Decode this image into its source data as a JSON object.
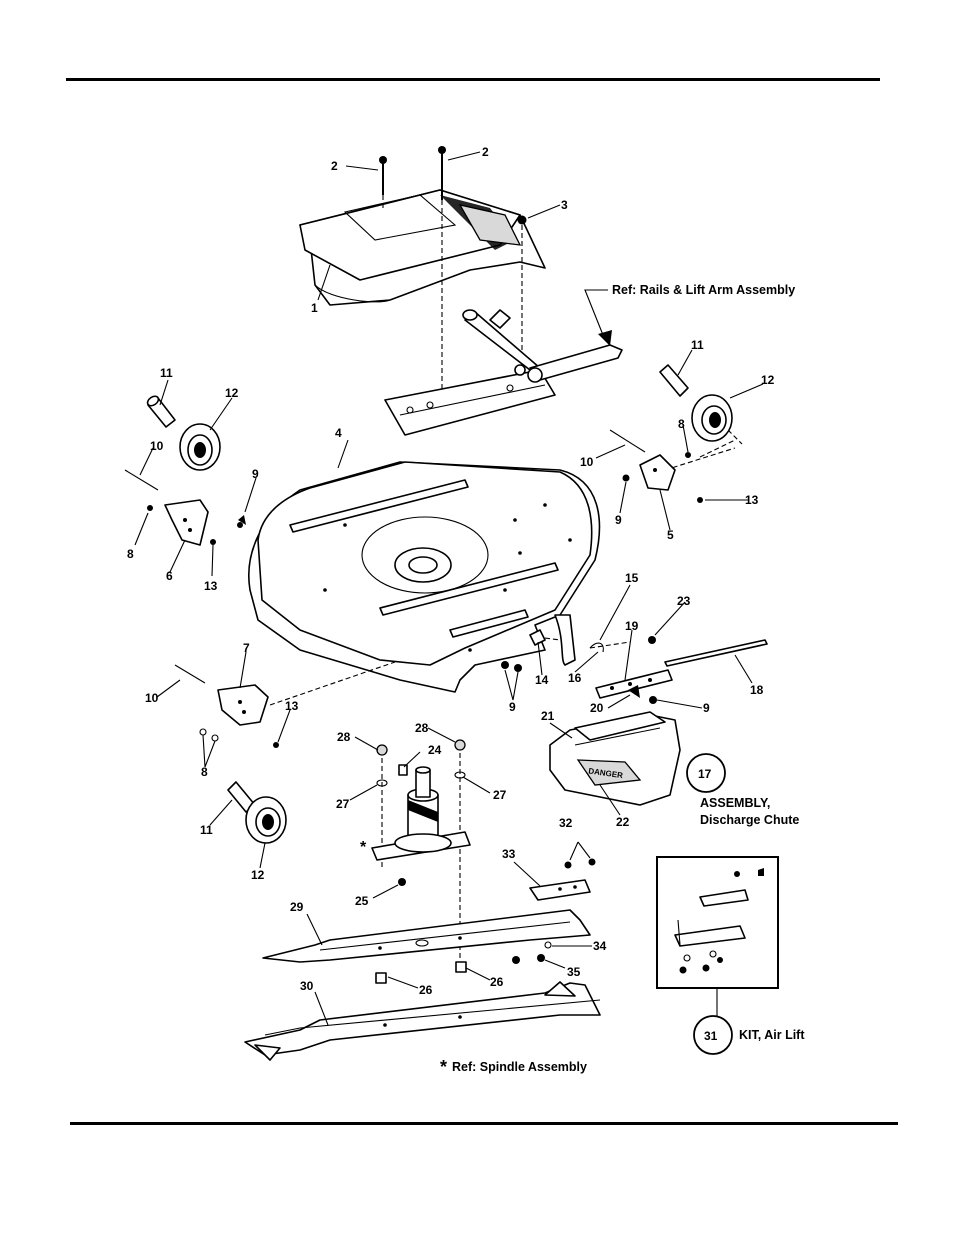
{
  "callouts": {
    "c1": "1",
    "c2a": "2",
    "c2b": "2",
    "c3": "3",
    "c4": "4",
    "c5": "5",
    "c6": "6",
    "c7": "7",
    "c8a": "8",
    "c8b": "8",
    "c8c": "8",
    "c9a": "9",
    "c9b": "9",
    "c9c": "9",
    "c9d": "9",
    "c10a": "10",
    "c10b": "10",
    "c10c": "10",
    "c11a": "11",
    "c11b": "11",
    "c11c": "11",
    "c12a": "12",
    "c12b": "12",
    "c12c": "12",
    "c13a": "13",
    "c13b": "13",
    "c13c": "13",
    "c14": "14",
    "c15": "15",
    "c16": "16",
    "c17": "17",
    "c18": "18",
    "c19": "19",
    "c20": "20",
    "c21": "21",
    "c22": "22",
    "c23": "23",
    "c24": "24",
    "c25": "25",
    "c26a": "26",
    "c26b": "26",
    "c27a": "27",
    "c27b": "27",
    "c28a": "28",
    "c28b": "28",
    "c29": "29",
    "c30": "30",
    "c31": "31",
    "c32": "32",
    "c33": "33",
    "c34": "34",
    "c35": "35"
  },
  "notes": {
    "ref_rails": "Ref: Rails & Lift Arm Assembly",
    "assembly_line1": "ASSEMBLY,",
    "assembly_line2": "Discharge Chute",
    "kit": "KIT, Air Lift",
    "spindle_asterisk": "*",
    "spindle_ref": "Ref: Spindle Assembly",
    "spindle_marker": "*",
    "danger_decal": "DANGER"
  }
}
